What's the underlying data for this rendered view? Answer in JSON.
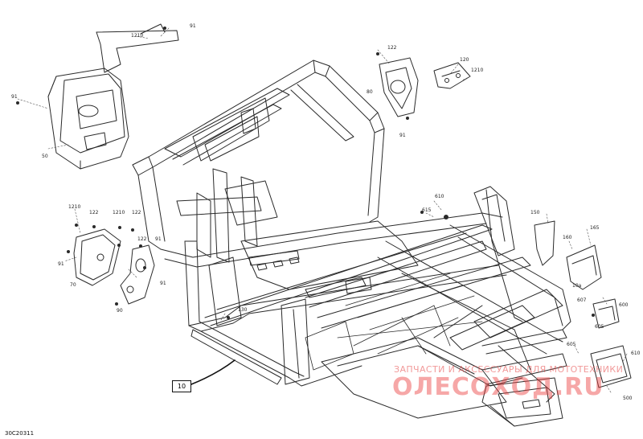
{
  "diagram": {
    "id": "30C20311",
    "frame_ref": "10",
    "callouts": [
      "91",
      "1210",
      "122",
      "120",
      "1210",
      "80",
      "91",
      "50",
      "91",
      "610",
      "615",
      "150",
      "160",
      "165",
      "1210",
      "122",
      "1210",
      "122",
      "122",
      "91",
      "91",
      "70",
      "91",
      "90",
      "130",
      "605",
      "607",
      "10a",
      "600",
      "605",
      "610",
      "500"
    ]
  },
  "watermark": {
    "line": "ЗАПЧАСТИ И АКСЕССУАРЫ ДЛЯ МОТОТЕХНИКИ",
    "logo": "ОЛЕСОХОД.RU"
  }
}
